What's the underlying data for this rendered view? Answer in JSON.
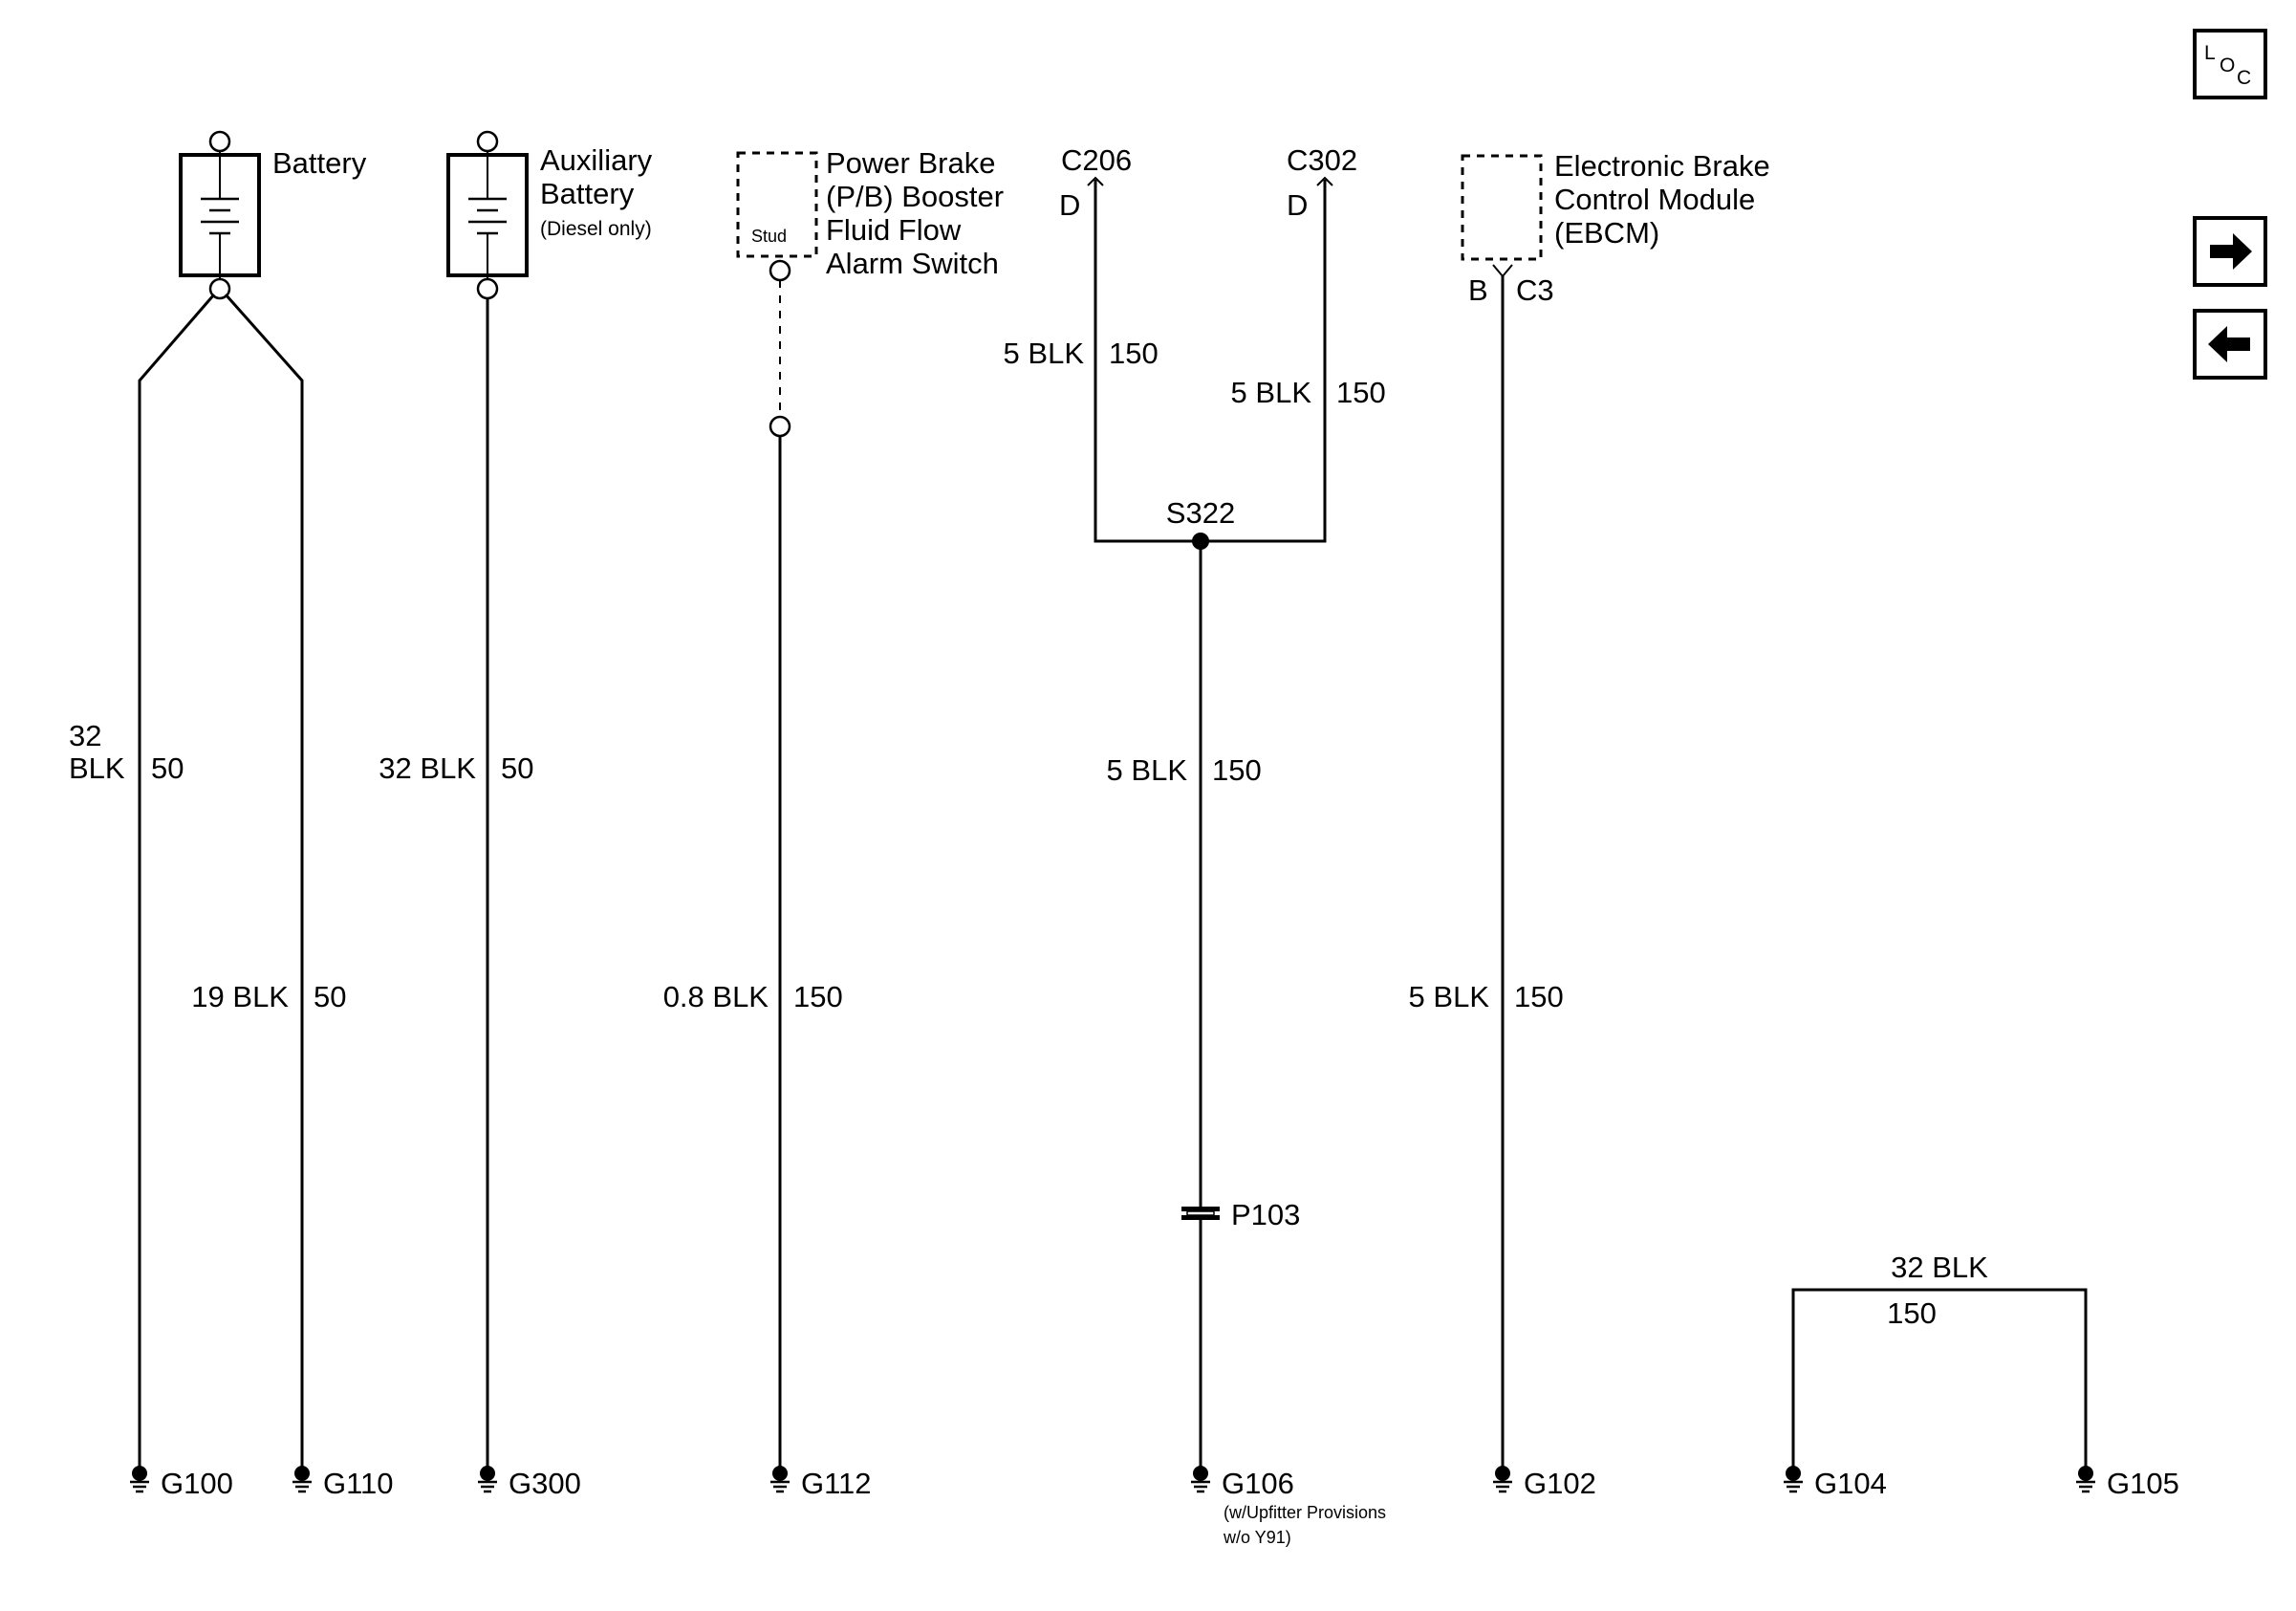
{
  "nav": {
    "loc_l": "L",
    "loc_o": "O",
    "loc_c": "C"
  },
  "components": {
    "battery": "Battery",
    "aux_battery_1": "Auxiliary",
    "aux_battery_2": "Battery",
    "aux_battery_note": "(Diesel only)",
    "pb_switch_1": "Power Brake",
    "pb_switch_2": "(P/B) Booster",
    "pb_switch_3": "Fluid Flow",
    "pb_switch_4": "Alarm Switch",
    "stud": "Stud",
    "ebcm_1": "Electronic Brake",
    "ebcm_2": "Control Module",
    "ebcm_3": "(EBCM)",
    "ebcm_pin": "B",
    "ebcm_conn": "C3"
  },
  "connectors": {
    "c206": "C206",
    "c206_pin": "D",
    "c302": "C302",
    "c302_pin": "D",
    "splice": "S322",
    "p103": "P103"
  },
  "wires": {
    "g100_size": "32",
    "g100_color": "BLK",
    "g100_circuit": "50",
    "g110_label": "19 BLK",
    "g110_circuit": "50",
    "g300_label": "32 BLK",
    "g300_circuit": "50",
    "g112_label": "0.8 BLK",
    "g112_circuit": "150",
    "c206_label": "5 BLK",
    "c206_circuit": "150",
    "c302_label": "5 BLK",
    "c302_circuit": "150",
    "g106_label": "5 BLK",
    "g106_circuit": "150",
    "g102_label": "5 BLK",
    "g102_circuit": "150",
    "g104_label": "32 BLK",
    "g104_circuit": "150"
  },
  "grounds": {
    "g100": "G100",
    "g110": "G110",
    "g300": "G300",
    "g112": "G112",
    "g106": "G106",
    "g106_note_1": "(w/Upfitter Provisions",
    "g106_note_2": "w/o Y91)",
    "g102": "G102",
    "g104": "G104",
    "g105": "G105"
  }
}
